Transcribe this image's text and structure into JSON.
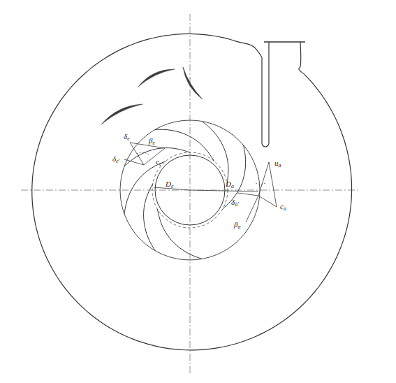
{
  "diagram": {
    "labels": [
      "δe",
      "βe",
      "δe'",
      "ce",
      "De",
      "Da",
      "δa'",
      "ua",
      "ca",
      "βa"
    ]
  }
}
